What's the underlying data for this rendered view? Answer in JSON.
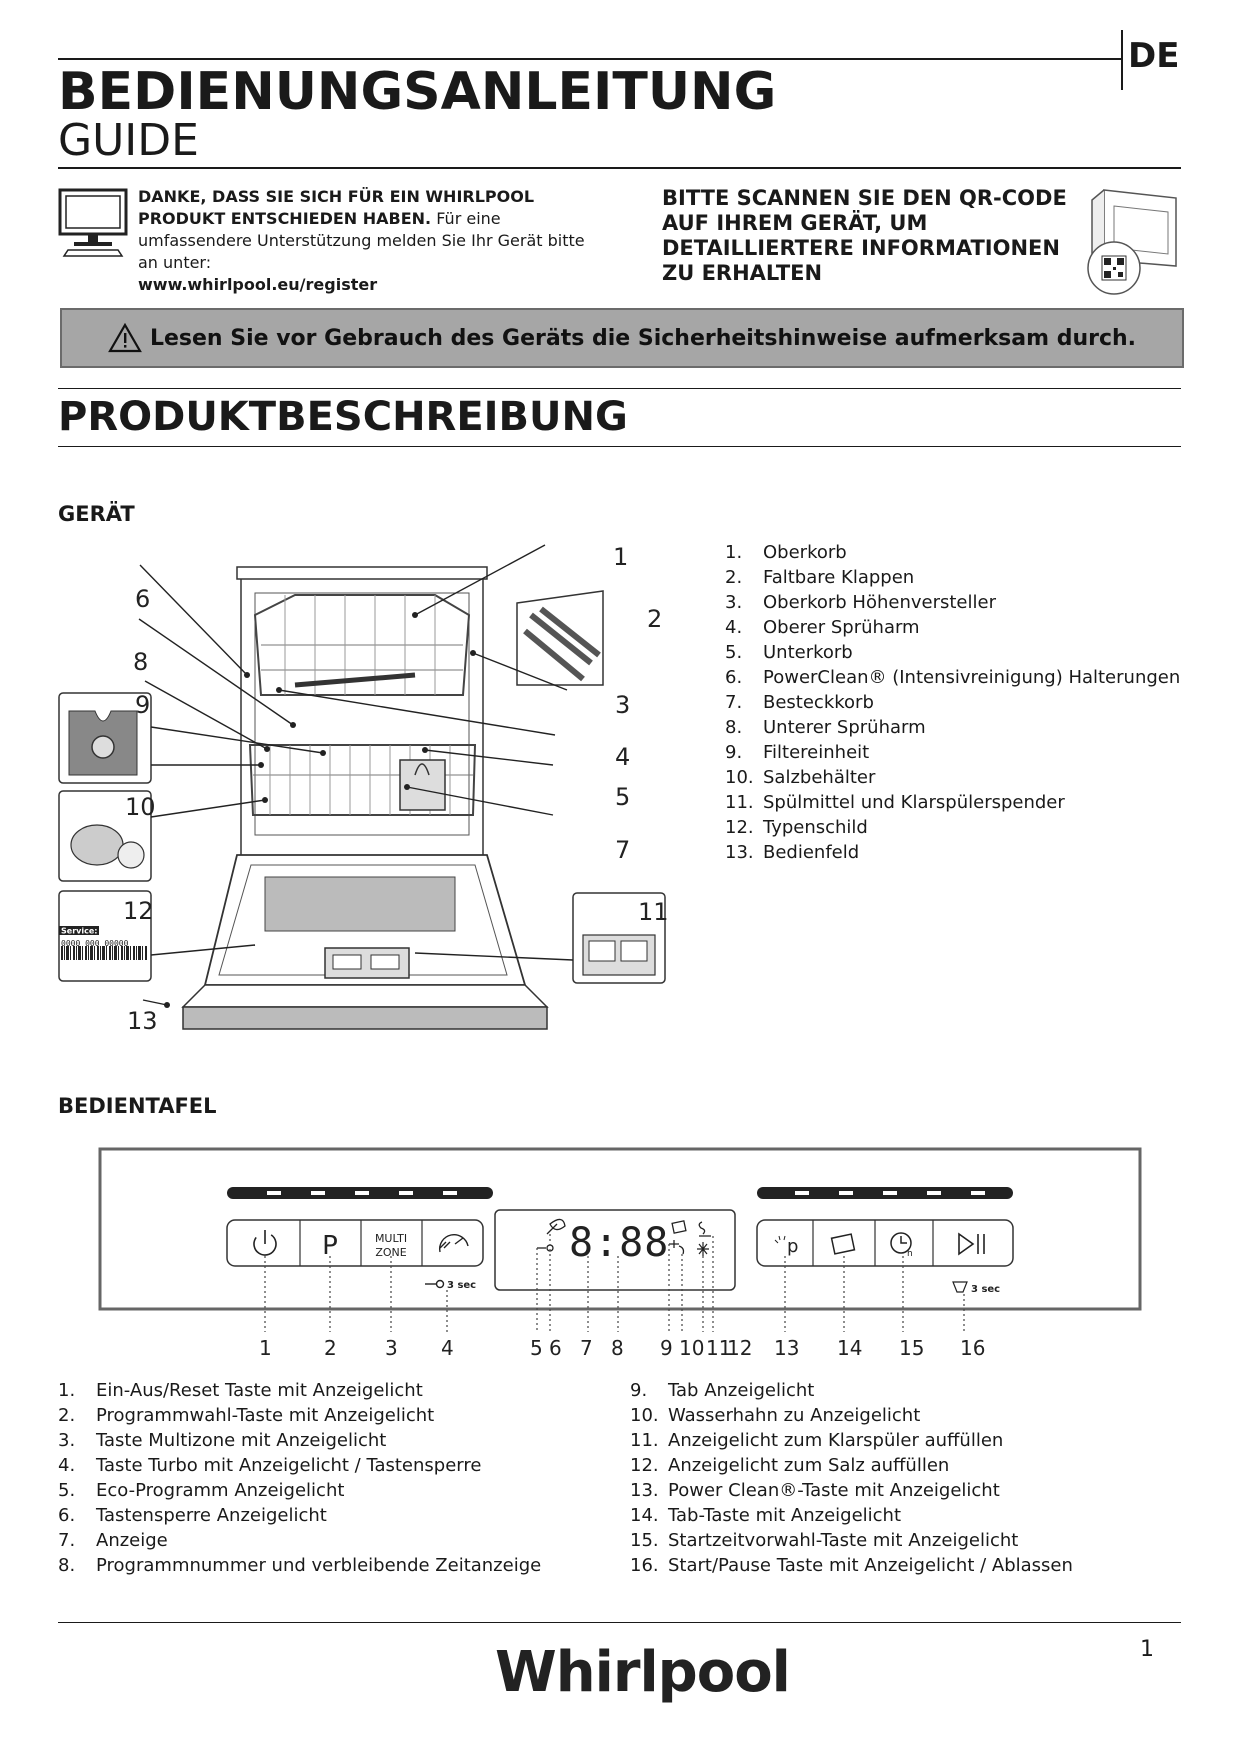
{
  "header": {
    "title": "BEDIENUNGSANLEITUNG",
    "subtitle": "GUIDE",
    "language": "DE"
  },
  "intro": {
    "bold_text": "DANKE, DASS SIE SICH FÜR EIN  WHIRLPOOL PRODUKT ENTSCHIEDEN HABEN.",
    "text": "Für eine umfassendere Unterstützung melden Sie Ihr Gerät bitte an unter:",
    "url": "www.whirlpool.eu/register",
    "icon": "computer-monitor-icon"
  },
  "qr": {
    "text": "BITTE SCANNEN SIE DEN QR-CODE AUF IHREM GERÄT, UM DETAILLIERTERE INFORMATIONEN ZU ERHALTEN",
    "icon": "dishwasher-qr-icon"
  },
  "warning": {
    "text": "Lesen Sie vor Gebrauch des Geräts die Sicherheitshinweise  aufmerksam durch.",
    "icon": "warning-triangle-icon"
  },
  "section_title": "PRODUKTBESCHREIBUNG",
  "device": {
    "heading": "GERÄT",
    "callouts": [
      "1",
      "2",
      "3",
      "4",
      "5",
      "6",
      "7",
      "8",
      "9",
      "10",
      "11",
      "12",
      "13"
    ],
    "service_label": "Service:",
    "service_number": "0000 000 00000",
    "items": [
      {
        "n": "1.",
        "label": "Oberkorb"
      },
      {
        "n": "2.",
        "label": "Faltbare Klappen"
      },
      {
        "n": "3.",
        "label": "Oberkorb Höhenversteller"
      },
      {
        "n": "4.",
        "label": "Oberer Sprüharm"
      },
      {
        "n": "5.",
        "label": "Unterkorb"
      },
      {
        "n": "6.",
        "label": "PowerClean® (Intensivreinigung) Halterungen"
      },
      {
        "n": "7.",
        "label": "Besteckkorb"
      },
      {
        "n": "8.",
        "label": "Unterer Sprüharm"
      },
      {
        "n": "9.",
        "label": "Filtereinheit"
      },
      {
        "n": "10.",
        "label": "Salzbehälter"
      },
      {
        "n": "11.",
        "label": "Spülmittel und Klarspülerspender"
      },
      {
        "n": "12.",
        "label": "Typenschild"
      },
      {
        "n": "13.",
        "label": "Bedienfeld"
      }
    ]
  },
  "panel": {
    "heading": "BEDIENTAFEL",
    "buttons": {
      "p": "P",
      "multi_1": "MULTI",
      "multi_2": "ZONE",
      "turbo_hint": "3 sec",
      "start_hint": "3 sec"
    },
    "display": "8:88",
    "numbers": [
      "1",
      "2",
      "3",
      "4",
      "5",
      "6",
      "7",
      "8",
      "9",
      "10",
      "11",
      "12",
      "13",
      "14",
      "15",
      "16"
    ],
    "items_left": [
      {
        "n": "1.",
        "label": "Ein-Aus/Reset Taste mit Anzeigelicht"
      },
      {
        "n": "2.",
        "label": "Programmwahl-Taste mit Anzeigelicht"
      },
      {
        "n": "3.",
        "label": "Taste Multizone mit Anzeigelicht"
      },
      {
        "n": "4.",
        "label": "Taste Turbo mit Anzeigelicht / Tastensperre"
      },
      {
        "n": "5.",
        "label": "Eco-Programm Anzeigelicht"
      },
      {
        "n": "6.",
        "label": "Tastensperre Anzeigelicht"
      },
      {
        "n": "7.",
        "label": "Anzeige"
      },
      {
        "n": "8.",
        "label": "Programmnummer und verbleibende Zeitanzeige"
      }
    ],
    "items_right": [
      {
        "n": "9.",
        "label": "Tab Anzeigelicht"
      },
      {
        "n": "10.",
        "label": "Wasserhahn zu Anzeigelicht"
      },
      {
        "n": "11.",
        "label": "Anzeigelicht zum Klarspüler auffüllen"
      },
      {
        "n": "12.",
        "label": "Anzeigelicht zum Salz auffüllen"
      },
      {
        "n": "13.",
        "label": "Power Clean®-Taste mit Anzeigelicht"
      },
      {
        "n": "14.",
        "label": "Tab-Taste mit Anzeigelicht"
      },
      {
        "n": "15.",
        "label": "Startzeitvorwahl-Taste mit Anzeigelicht"
      },
      {
        "n": "16.",
        "label": "Start/Pause Taste mit Anzeigelicht / Ablassen"
      }
    ]
  },
  "footer": {
    "brand": "Whirlpool",
    "page": "1"
  }
}
